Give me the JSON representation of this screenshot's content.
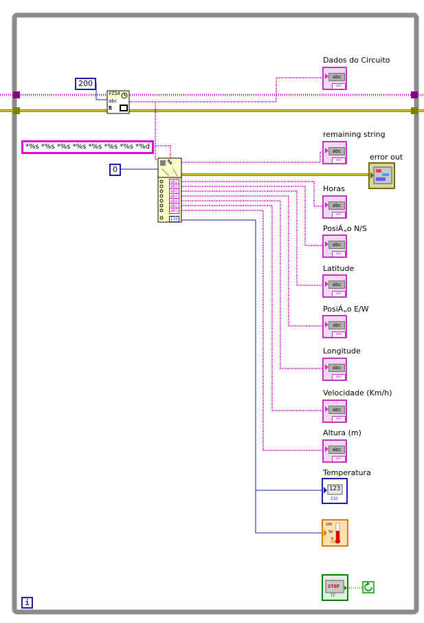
{
  "constants": {
    "byte_count": "200",
    "format_string": "*%s *%s *%s *%s *%s *%s *%s *%d",
    "offset": "0"
  },
  "visa_read": {
    "line1": "VISA",
    "line2": "abc",
    "line3": "R"
  },
  "scan": {
    "header": "%",
    "out_tag": "abc",
    "num_tag": "I32"
  },
  "indicators": [
    {
      "label": "Dados do Circuito",
      "icon": "string-indicator"
    },
    {
      "label": "remaining string",
      "icon": "string-indicator"
    },
    {
      "label": "Horas",
      "icon": "string-indicator"
    },
    {
      "label": "PosiÁ„o N/S",
      "icon": "string-indicator"
    },
    {
      "label": "Latitude",
      "icon": "string-indicator"
    },
    {
      "label": "PosiÁ„o E/W",
      "icon": "string-indicator"
    },
    {
      "label": "Longitude",
      "icon": "string-indicator"
    },
    {
      "label": "Velocidade (Km/h)",
      "icon": "string-indicator"
    },
    {
      "label": "Altura (m)",
      "icon": "string-indicator"
    }
  ],
  "error_out": {
    "label": "error out"
  },
  "temperatura": {
    "label": "Temperatura",
    "display": "123",
    "tag": "I32"
  },
  "thermometer": {
    "top": "100",
    "mid": "50",
    "bottom": "0",
    "tag": "DBL"
  },
  "stop_button": {
    "label": "STOP",
    "tag": "TF"
  },
  "loop": {
    "iteration": "i"
  },
  "colors": {
    "string_wire": "#cc00cc",
    "numeric_wire": "#1a1aa8",
    "error_wire": "#8a8a00",
    "loop_border": "#8c8c8c"
  }
}
